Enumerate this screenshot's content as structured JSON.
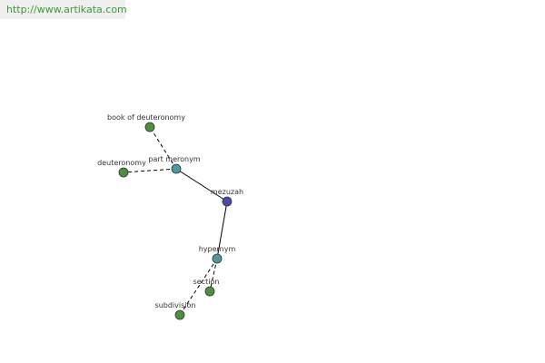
{
  "site_link": "http://www.artikata.com",
  "colors": {
    "word_node": "#4a4aa8",
    "relation_node": "#4e9a9a",
    "related_word_node": "#4f8f3f",
    "node_stroke": "#333333",
    "edge": "#000000",
    "link_text": "#3b9a3b"
  },
  "graph": {
    "nodes": [
      {
        "id": "mezuzah",
        "label": "mezuzah",
        "kind": "word"
      },
      {
        "id": "part-meronym",
        "label": "part meronym",
        "kind": "relation"
      },
      {
        "id": "hypernym",
        "label": "hypernym",
        "kind": "relation"
      },
      {
        "id": "book-of-deuteronomy",
        "label": "book of deuteronomy",
        "kind": "related"
      },
      {
        "id": "deuteronomy",
        "label": "deuteronomy",
        "kind": "related"
      },
      {
        "id": "section",
        "label": "section",
        "kind": "related"
      },
      {
        "id": "subdivision",
        "label": "subdivision",
        "kind": "related"
      }
    ],
    "edges": [
      {
        "from": "mezuzah",
        "to": "part-meronym",
        "style": "solid"
      },
      {
        "from": "mezuzah",
        "to": "hypernym",
        "style": "solid"
      },
      {
        "from": "part-meronym",
        "to": "book-of-deuteronomy",
        "style": "dashed"
      },
      {
        "from": "part-meronym",
        "to": "deuteronomy",
        "style": "dashed"
      },
      {
        "from": "hypernym",
        "to": "section",
        "style": "dashed"
      },
      {
        "from": "hypernym",
        "to": "subdivision",
        "style": "dashed"
      }
    ]
  }
}
